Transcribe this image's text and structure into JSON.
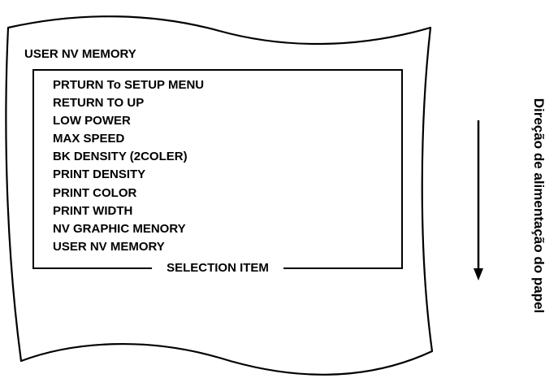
{
  "receipt": {
    "heading": "USER NV MEMORY",
    "box_caption": "SELECTION ITEM",
    "items": [
      "PRTURN To SETUP MENU",
      "RETURN TO UP",
      "LOW POWER",
      "MAX SPEED",
      "BK DENSITY (2COLER)",
      "PRINT DENSITY",
      "PRINT COLOR",
      "PRINT WIDTH",
      "NV GRAPHIC MENORY",
      "USER NV MEMORY"
    ]
  },
  "feed_direction": {
    "label": "Direção de alimentação do papel"
  },
  "colors": {
    "line": "#000000",
    "background": "#ffffff"
  }
}
